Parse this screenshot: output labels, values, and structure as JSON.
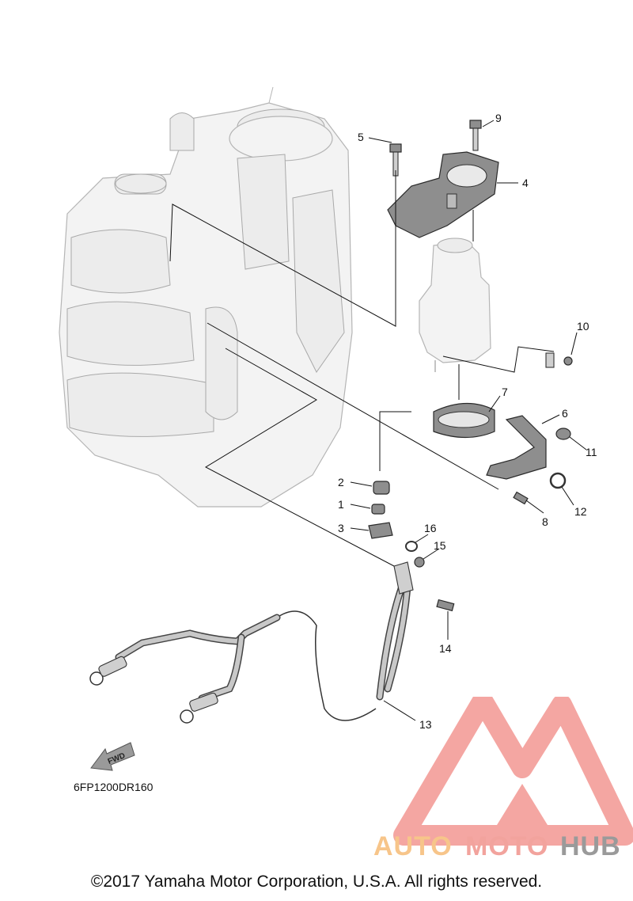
{
  "callouts": [
    {
      "num": "1"
    },
    {
      "num": "2"
    },
    {
      "num": "3"
    },
    {
      "num": "4"
    },
    {
      "num": "5"
    },
    {
      "num": "6"
    },
    {
      "num": "7"
    },
    {
      "num": "8"
    },
    {
      "num": "9"
    },
    {
      "num": "10"
    },
    {
      "num": "11"
    },
    {
      "num": "12"
    },
    {
      "num": "13"
    },
    {
      "num": "14"
    },
    {
      "num": "15"
    },
    {
      "num": "16"
    }
  ],
  "fwd_label": "FWD",
  "ref_code": "6FP1200DR160",
  "copyright": "©2017 Yamaha Motor Corporation, U.S.A. All rights reserved.",
  "watermark": {
    "word_part1": "AUTO",
    "word_part2": "MOTO",
    "word_part3": "HUB",
    "colors": {
      "logo": "#f4a6a2",
      "auto": "#f7c58a",
      "moto": "#f2a39d",
      "hub": "#9a9a9a"
    }
  }
}
